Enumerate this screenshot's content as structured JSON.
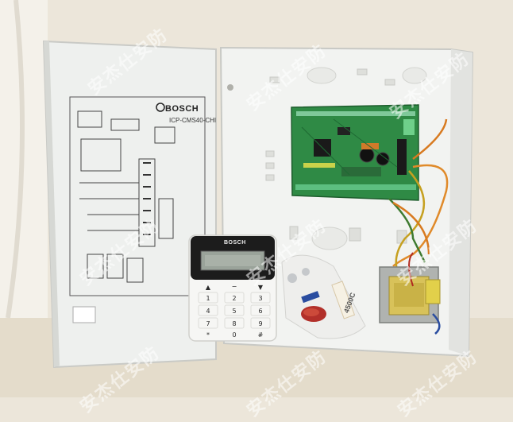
{
  "photo": {
    "brand": "BOSCH",
    "model": "ICP-CMS40-CHI",
    "keypad_brand": "BOSCH",
    "cable_tag": "4500C",
    "watermark": "安杰仕安防"
  },
  "colors": {
    "background_wall": "#ece6da",
    "enclosure": "#f2f3f1",
    "pcb": "#2f8a45",
    "keypad_bezel": "#1c1c1c",
    "lcd": "#9aa39a",
    "transformer": "#d8c25a"
  }
}
